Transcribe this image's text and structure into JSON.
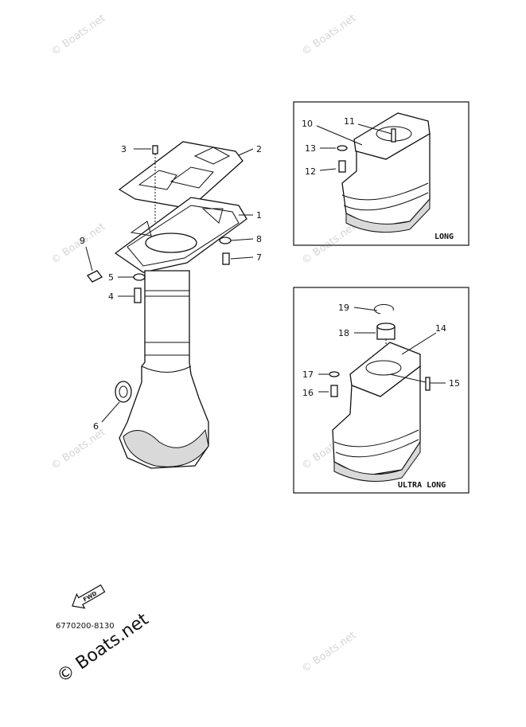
{
  "diagram_code": "6770200-8130",
  "copyright_watermark": "© Boats.net",
  "fwd_label": "FWD",
  "boxes": {
    "long": {
      "label": "LONG"
    },
    "ultra_long": {
      "label": "ULTRA LONG"
    }
  },
  "parts": {
    "p1": "1",
    "p2": "2",
    "p3": "3",
    "p4": "4",
    "p5": "5",
    "p6": "6",
    "p7": "7",
    "p8": "8",
    "p9": "9",
    "p10": "10",
    "p11": "11",
    "p12": "12",
    "p13": "13",
    "p14": "14",
    "p15": "15",
    "p16": "16",
    "p17": "17",
    "p18": "18",
    "p19": "19"
  }
}
